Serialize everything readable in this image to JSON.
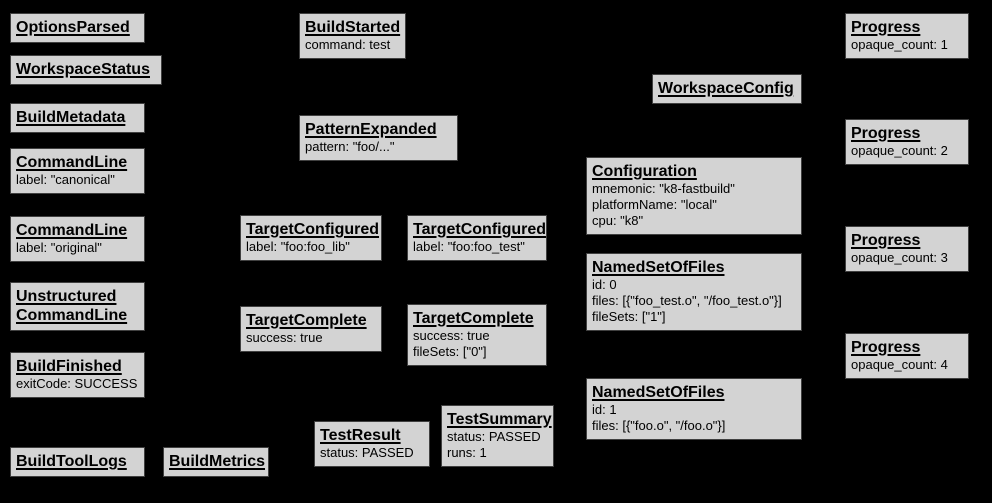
{
  "diagram": {
    "colors": {
      "background": "#000000",
      "node_fill": "#d3d3d3",
      "node_border": "#404040",
      "text": "#000000"
    },
    "nodes": [
      {
        "title": "OptionsParsed",
        "lines": []
      },
      {
        "title": "WorkspaceStatus",
        "lines": []
      },
      {
        "title": "BuildMetadata",
        "lines": []
      },
      {
        "title": "CommandLine",
        "lines": [
          "label: \"canonical\""
        ]
      },
      {
        "title": "CommandLine",
        "lines": [
          "label: \"original\""
        ]
      },
      {
        "title": "Unstructured\nCommandLine",
        "lines": []
      },
      {
        "title": "BuildFinished",
        "lines": [
          "exitCode: SUCCESS"
        ]
      },
      {
        "title": "BuildToolLogs",
        "lines": []
      },
      {
        "title": "BuildMetrics",
        "lines": []
      },
      {
        "title": "BuildStarted",
        "lines": [
          "command: test"
        ]
      },
      {
        "title": "PatternExpanded",
        "lines": [
          "pattern: \"foo/...\""
        ]
      },
      {
        "title": "TargetConfigured",
        "lines": [
          "label: \"foo:foo_lib\""
        ]
      },
      {
        "title": "TargetComplete",
        "lines": [
          "success: true"
        ]
      },
      {
        "title": "TestResult",
        "lines": [
          "status: PASSED"
        ]
      },
      {
        "title": "TargetConfigured",
        "lines": [
          "label: \"foo:foo_test\""
        ]
      },
      {
        "title": "TargetComplete",
        "lines": [
          "success: true",
          "fileSets: [\"0\"]"
        ]
      },
      {
        "title": "TestSummary",
        "lines": [
          "status: PASSED",
          "runs: 1"
        ]
      },
      {
        "title": "WorkspaceConfig",
        "lines": []
      },
      {
        "title": "Configuration",
        "lines": [
          "mnemonic: \"k8-fastbuild\"",
          "platformName: \"local\"",
          "cpu: \"k8\""
        ]
      },
      {
        "title": "NamedSetOfFiles",
        "lines": [
          "id: 0",
          "files: [{\"foo_test.o\", \"/foo_test.o\"}]",
          "fileSets: [\"1\"]"
        ]
      },
      {
        "title": "NamedSetOfFiles",
        "lines": [
          "id: 1",
          "files: [{\"foo.o\", \"/foo.o\"}]"
        ]
      },
      {
        "title": "Progress",
        "lines": [
          "opaque_count: 1"
        ]
      },
      {
        "title": "Progress",
        "lines": [
          "opaque_count: 2"
        ]
      },
      {
        "title": "Progress",
        "lines": [
          "opaque_count: 3"
        ]
      },
      {
        "title": "Progress",
        "lines": [
          "opaque_count: 4"
        ]
      }
    ]
  }
}
